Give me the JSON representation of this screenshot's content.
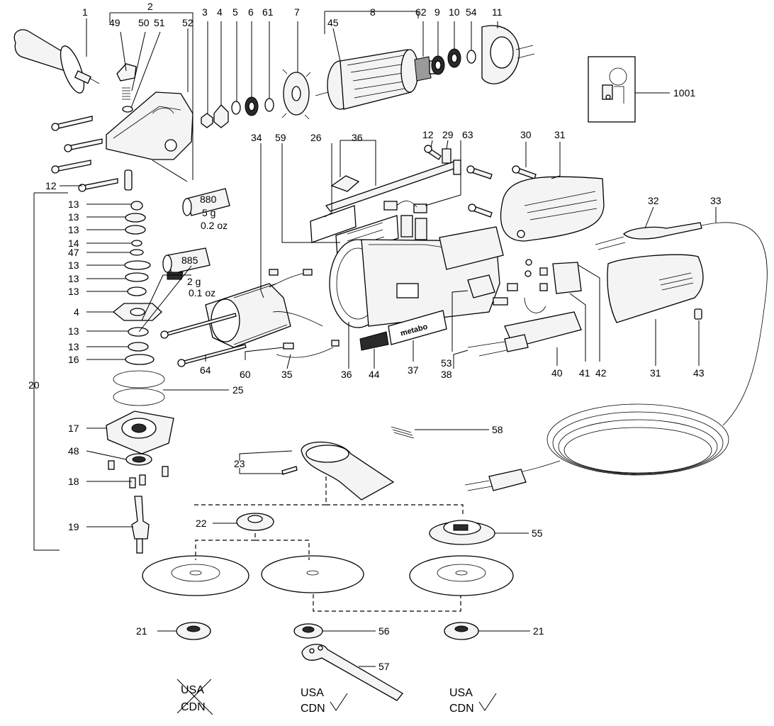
{
  "diagram": {
    "part_numbers": {
      "p1": "1",
      "p2": "2",
      "p49": "49",
      "p50": "50",
      "p51": "51",
      "p52": "52",
      "p3": "3",
      "p4_top": "4",
      "p5": "5",
      "p6": "6",
      "p61": "61",
      "p7": "7",
      "p8": "8",
      "p45": "45",
      "p62": "62",
      "p9": "9",
      "p10": "10",
      "p54": "54",
      "p11": "11",
      "p1001": "1001",
      "p12_top": "12",
      "p29": "29",
      "p63": "63",
      "p30": "30",
      "p31_top": "31",
      "p34": "34",
      "p59": "59",
      "p26": "26",
      "p36_top": "36",
      "p32": "32",
      "p33": "33",
      "p12_left": "12",
      "p20": "20",
      "p13_a": "13",
      "p13_b": "13",
      "p13_c": "13",
      "p14": "14",
      "p47": "47",
      "p13_d": "13",
      "p13_e": "13",
      "p13_f": "13",
      "p4_left": "4",
      "p13_g": "13",
      "p13_h": "13",
      "p16": "16",
      "p25": "25",
      "p17": "17",
      "p48": "48",
      "p18": "18",
      "p19": "19",
      "p64": "64",
      "p60": "60",
      "p35": "35",
      "p36_bot": "36",
      "p44": "44",
      "p37": "37",
      "p53": "53",
      "p38": "38",
      "p40": "40",
      "p41": "41",
      "p42": "42",
      "p31_bot": "31",
      "p43": "43",
      "p58": "58",
      "p23": "23",
      "p22": "22",
      "p55": "55",
      "p21_left": "21",
      "p56": "56",
      "p21_right": "21",
      "p57": "57"
    },
    "grease_880": {
      "code": "880",
      "qty_g": "5 g",
      "qty_oz": "0.2 oz"
    },
    "grease_885": {
      "code": "885",
      "qty_g": "2 g",
      "qty_oz": "0.1 oz"
    },
    "brand_plate": "metabo",
    "region_marks": [
      {
        "line1": "USA",
        "line2": "CDN",
        "status": "not-applicable"
      },
      {
        "line1": "USA",
        "line2": "CDN",
        "status": "applicable"
      },
      {
        "line1": "USA",
        "line2": "CDN",
        "status": "applicable"
      }
    ]
  }
}
